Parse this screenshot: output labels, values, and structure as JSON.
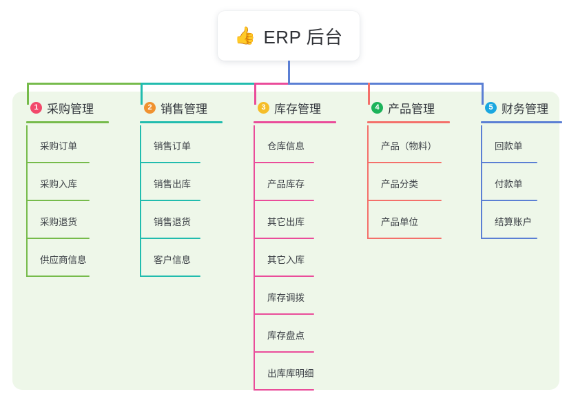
{
  "chart_data": {
    "type": "diagram",
    "subtype": "org-chart",
    "title": "ERP 后台",
    "root": {
      "icon": "thumbs-up-emoji",
      "icon_glyph": "👍",
      "label": "ERP 后台"
    },
    "branches": [
      {
        "index": "1",
        "label": "采购管理",
        "badge_color": "#f2496b",
        "line_color": "#76bb4b",
        "head_rule_width": 120,
        "leaf_rule_width": 92,
        "leaves": [
          "采购订单",
          "采购入库",
          "采购退货",
          "供应商信息"
        ]
      },
      {
        "index": "2",
        "label": "销售管理",
        "badge_color": "#f0922f",
        "line_color": "#21bcae",
        "head_rule_width": 120,
        "leaf_rule_width": 88,
        "leaves": [
          "销售订单",
          "销售出库",
          "销售退货",
          "客户信息"
        ]
      },
      {
        "index": "3",
        "label": "库存管理",
        "badge_color": "#f5bd28",
        "line_color": "#ea4c9a",
        "head_rule_width": 120,
        "leaf_rule_width": 88,
        "leaves": [
          "仓库信息",
          "产品库存",
          "其它出库",
          "其它入库",
          "库存调拨",
          "库存盘点",
          "出库库明细"
        ]
      },
      {
        "index": "4",
        "label": "产品管理",
        "badge_color": "#1cb35a",
        "line_color": "#f4706a",
        "head_rule_width": 120,
        "leaf_rule_width": 108,
        "leaves": [
          "产品（物料）",
          "产品分类",
          "产品单位"
        ]
      },
      {
        "index": "5",
        "label": "财务管理",
        "badge_color": "#1aa7e0",
        "line_color": "#5b7fd4",
        "head_rule_width": 118,
        "leaf_rule_width": 82,
        "leaves": [
          "回款单",
          "付款单",
          "结算账户"
        ]
      }
    ],
    "palette": {
      "panel_background": "#eef7e9",
      "page_background": "#ffffff",
      "card_background": "#ffffff",
      "text": "#33373d",
      "root_stem": "#5b7fd4"
    }
  }
}
